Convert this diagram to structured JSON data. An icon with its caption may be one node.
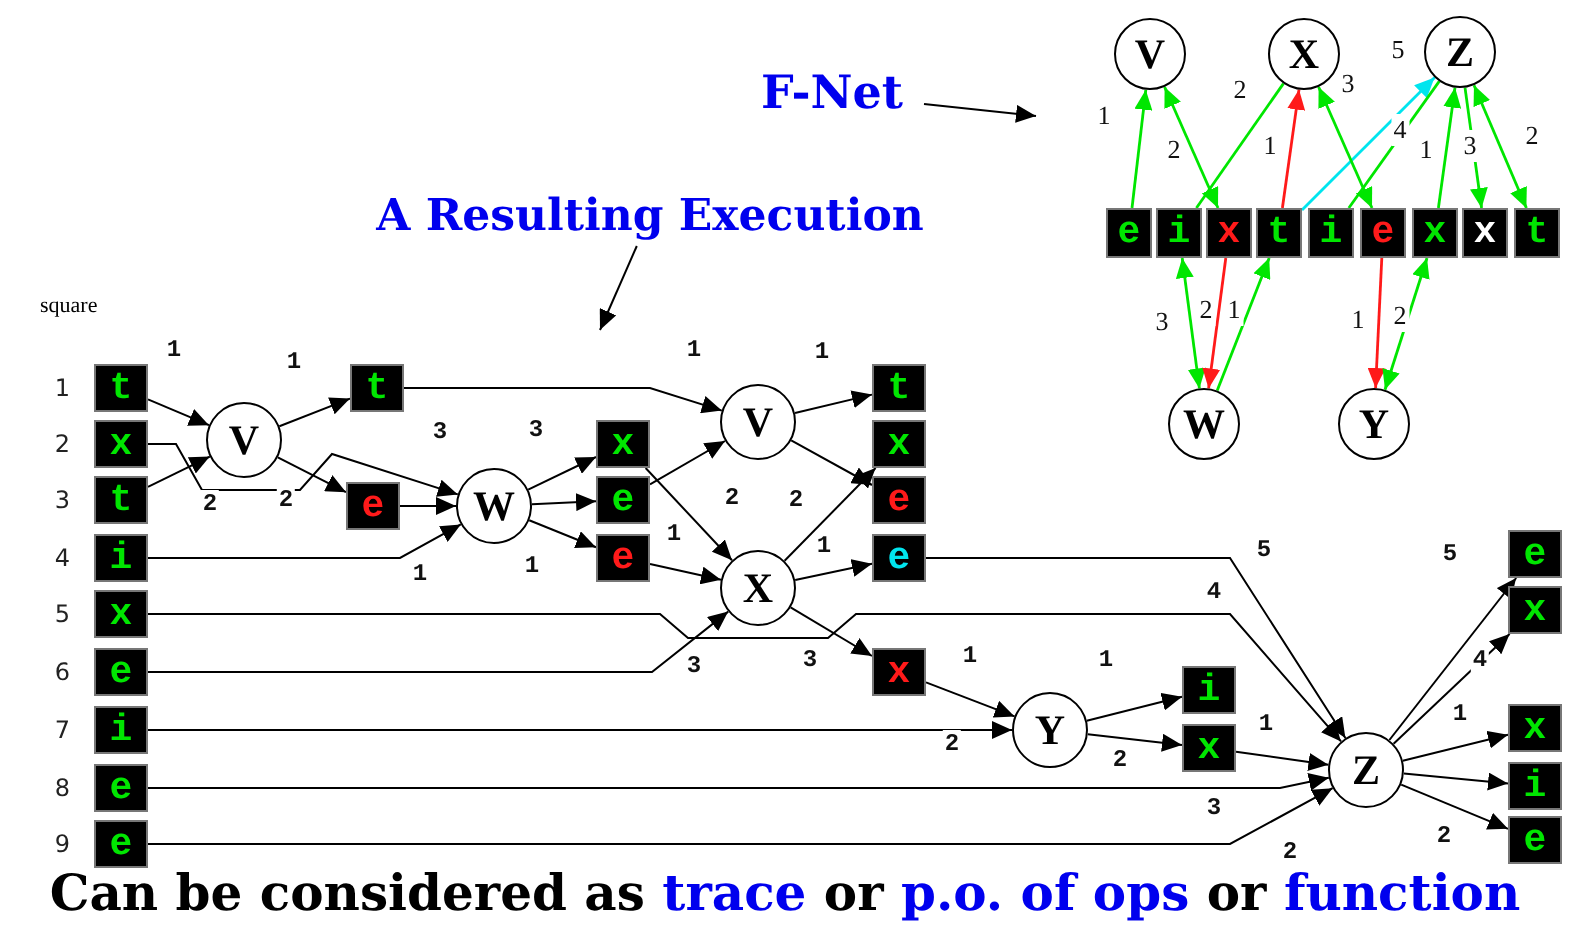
{
  "diagram": {
    "caption": "Can be considered as *trace* or *p.o. of ops* or *function*",
    "nodes": [
      {
        "text": [
          "F-Net"
        ]
      },
      {
        "text": [
          "A Resulting Execution"
        ]
      },
      {
        "text": [
          "V"
        ]
      },
      {
        "text": [
          "X"
        ]
      },
      {
        "text": [
          "Z"
        ]
      },
      {
        "text": [
          "e"
        ]
      },
      {
        "text": [
          "i"
        ]
      },
      {
        "text": [
          "x"
        ]
      },
      {
        "text": [
          "t"
        ]
      },
      {
        "text": [
          "i"
        ]
      },
      {
        "text": [
          "e"
        ]
      },
      {
        "text": [
          "x"
        ]
      },
      {
        "text": [
          "x"
        ]
      },
      {
        "text": [
          "t"
        ]
      },
      {
        "text": [
          "W"
        ]
      },
      {
        "text": [
          "Y"
        ]
      },
      {
        "text": [
          "t"
        ],
        "beside": [
          "1"
        ]
      },
      {
        "text": [
          "x"
        ],
        "beside": [
          "2"
        ]
      },
      {
        "text": [
          "t"
        ],
        "beside": [
          "3"
        ]
      },
      {
        "text": [
          "i"
        ],
        "beside": [
          "4"
        ]
      },
      {
        "text": [
          "x"
        ],
        "beside": [
          "5"
        ]
      },
      {
        "text": [
          "e"
        ],
        "beside": [
          "6"
        ]
      },
      {
        "text": [
          "i"
        ],
        "beside": [
          "7"
        ]
      },
      {
        "text": [
          "e"
        ],
        "beside": [
          "8"
        ]
      },
      {
        "text": [
          "e"
        ],
        "beside": [
          "9"
        ]
      },
      {
        "text": [
          "V"
        ]
      },
      {
        "text": [
          "t"
        ]
      },
      {
        "text": [
          "e"
        ]
      },
      {
        "text": [
          "W"
        ]
      },
      {
        "text": [
          "x"
        ]
      },
      {
        "text": [
          "e"
        ]
      },
      {
        "text": [
          "e"
        ]
      },
      {
        "text": [
          "V"
        ]
      },
      {
        "text": [
          "X"
        ]
      },
      {
        "text": [
          "t"
        ]
      },
      {
        "text": [
          "x"
        ]
      },
      {
        "text": [
          "e"
        ]
      },
      {
        "text": [
          "e"
        ]
      },
      {
        "text": [
          "x"
        ]
      },
      {
        "text": [
          "Y"
        ]
      },
      {
        "text": [
          "i"
        ]
      },
      {
        "text": [
          "x"
        ]
      },
      {
        "text": [
          "Z"
        ]
      },
      {
        "text": [
          "e"
        ]
      },
      {
        "text": [
          "x"
        ]
      },
      {
        "text": [
          "x"
        ]
      },
      {
        "text": [
          "i"
        ]
      },
      {
        "text": [
          "e"
        ]
      }
    ],
    "edges": [
      {
        "from": 0,
        "to": null,
        "arrow": "to"
      },
      {
        "from": 1,
        "to": null,
        "arrow": "to"
      },
      {
        "from": 5,
        "to": 2,
        "arrow": "to",
        "label": "1",
        "color": "#00e600"
      },
      {
        "from": 2,
        "to": 7,
        "arrow": "both",
        "label": "2",
        "color": "#00e600"
      },
      {
        "from": 6,
        "to": 3,
        "arrow": "none",
        "label": "2",
        "color": "#00e600"
      },
      {
        "from": 8,
        "to": 3,
        "arrow": "to",
        "label": "1",
        "color": "#ff1a1a"
      },
      {
        "from": 8,
        "to": 4,
        "arrow": "to",
        "label": "5",
        "color": "#00e5ee"
      },
      {
        "from": 9,
        "to": 4,
        "arrow": "none",
        "label": "4",
        "color": "#00e600"
      },
      {
        "from": 3,
        "to": 10,
        "arrow": "both",
        "label": "3",
        "color": "#00e600"
      },
      {
        "from": 11,
        "to": 4,
        "arrow": "to",
        "label": "1",
        "color": "#00e600"
      },
      {
        "from": 4,
        "to": 12,
        "arrow": "to",
        "label": "3",
        "color": "#00e600"
      },
      {
        "from": 4,
        "to": 13,
        "arrow": "both",
        "label": "2",
        "color": "#00e600"
      },
      {
        "from": 6,
        "to": 14,
        "arrow": "both",
        "label": "3",
        "color": "#00e600"
      },
      {
        "from": 7,
        "to": 14,
        "arrow": "to",
        "label": "2",
        "color": "#ff1a1a"
      },
      {
        "from": 14,
        "to": 8,
        "arrow": "to",
        "label": "1",
        "color": "#00e600"
      },
      {
        "from": 10,
        "to": 15,
        "arrow": "to",
        "label": "1",
        "color": "#ff1a1a"
      },
      {
        "from": 11,
        "to": 15,
        "arrow": "both",
        "label": "2",
        "color": "#00e600"
      },
      {
        "from": 16,
        "to": 25,
        "arrow": "to",
        "label": "1"
      },
      {
        "from": 18,
        "to": 25,
        "arrow": "to",
        "label": "2"
      },
      {
        "from": 25,
        "to": 26,
        "arrow": "to",
        "label": "1"
      },
      {
        "from": 25,
        "to": 27,
        "arrow": "to",
        "label": "2"
      },
      {
        "from": 17,
        "to": 28,
        "arrow": "to",
        "label": "3"
      },
      {
        "from": 27,
        "to": 28,
        "arrow": "to"
      },
      {
        "from": 19,
        "to": 28,
        "arrow": "to",
        "label": "1"
      },
      {
        "from": 28,
        "to": 29,
        "arrow": "to",
        "label": "3"
      },
      {
        "from": 28,
        "to": 30,
        "arrow": "to"
      },
      {
        "from": 28,
        "to": 31,
        "arrow": "to",
        "label": "1"
      },
      {
        "from": 26,
        "to": 32,
        "arrow": "to",
        "label": "1"
      },
      {
        "from": 30,
        "to": 32,
        "arrow": "to"
      },
      {
        "from": 29,
        "to": 33,
        "arrow": "to",
        "label": "2"
      },
      {
        "from": 31,
        "to": 33,
        "arrow": "to",
        "label": "1"
      },
      {
        "from": 21,
        "to": 33,
        "arrow": "to",
        "label": "3"
      },
      {
        "from": 32,
        "to": 34,
        "arrow": "to",
        "label": "1"
      },
      {
        "from": 32,
        "to": 36,
        "arrow": "to"
      },
      {
        "from": 33,
        "to": 35,
        "arrow": "to",
        "label": "2"
      },
      {
        "from": 33,
        "to": 37,
        "arrow": "to",
        "label": "1"
      },
      {
        "from": 33,
        "to": 38,
        "arrow": "to",
        "label": "3"
      },
      {
        "from": 37,
        "to": 42,
        "arrow": "to",
        "label": "5"
      },
      {
        "from": 20,
        "to": 42,
        "arrow": "to",
        "label": "4"
      },
      {
        "from": 38,
        "to": 39,
        "arrow": "to",
        "label": "1"
      },
      {
        "from": 22,
        "to": 39,
        "arrow": "to",
        "label": "2"
      },
      {
        "from": 39,
        "to": 40,
        "arrow": "to",
        "label": "1"
      },
      {
        "from": 39,
        "to": 41,
        "arrow": "to",
        "label": "2"
      },
      {
        "from": 41,
        "to": 42,
        "arrow": "to",
        "label": "1"
      },
      {
        "from": 23,
        "to": 42,
        "arrow": "to",
        "label": "3"
      },
      {
        "from": 24,
        "to": 42,
        "arrow": "to",
        "label": "2"
      },
      {
        "from": 42,
        "to": 43,
        "arrow": "to",
        "label": "5"
      },
      {
        "from": 42,
        "to": 44,
        "arrow": "to",
        "label": "4"
      },
      {
        "from": 42,
        "to": 45,
        "arrow": "to",
        "label": "1"
      },
      {
        "from": 42,
        "to": 46,
        "arrow": "to"
      },
      {
        "from": 42,
        "to": 47,
        "arrow": "to",
        "label": "2"
      }
    ],
    "labels": [
      "square"
    ]
  }
}
